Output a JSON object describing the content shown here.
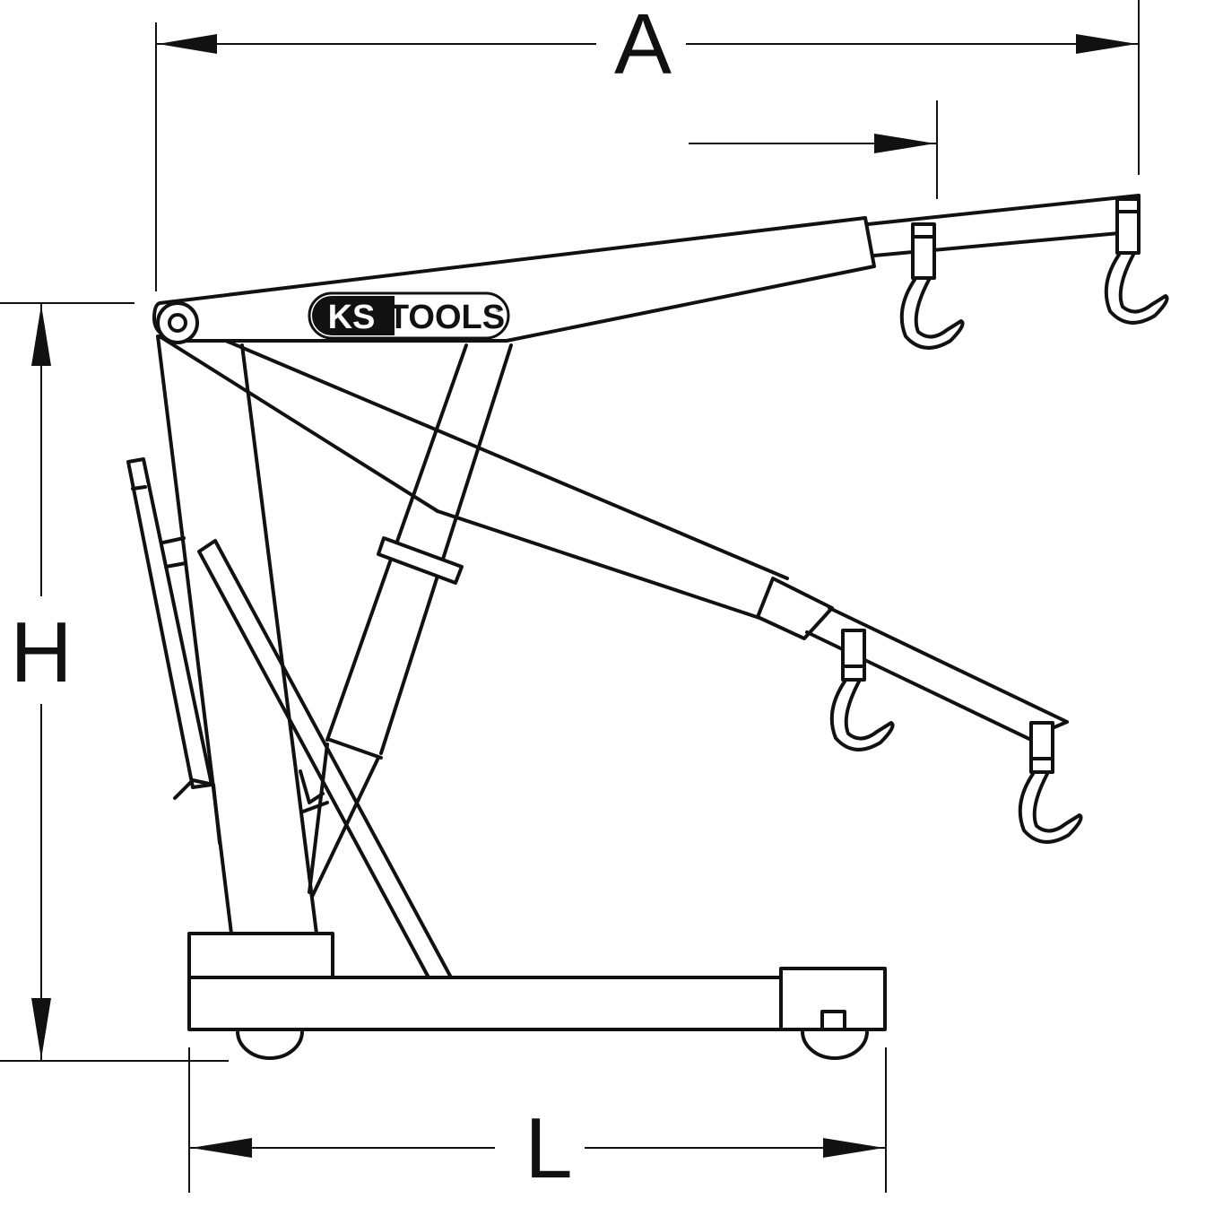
{
  "dimensions": {
    "A": "A",
    "H": "H",
    "L": "L"
  },
  "logo": {
    "brand_left": "KS",
    "brand_right": "TOOLS",
    "registered": "®"
  },
  "colors": {
    "line": "#111111",
    "background": "#ffffff"
  }
}
